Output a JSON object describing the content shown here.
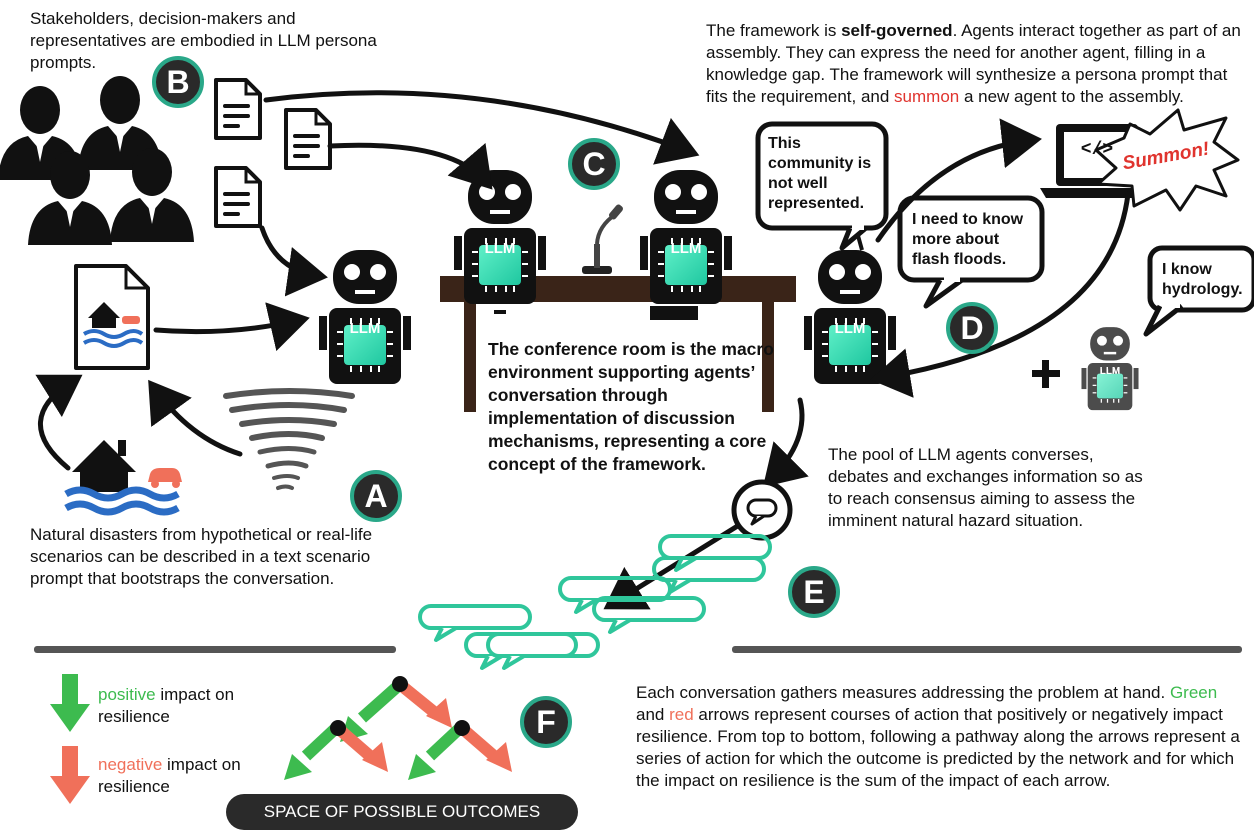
{
  "texts": {
    "stakeholders": "Stakeholders, decision-makers and representatives are embodied in LLM persona prompts.",
    "framework_part1": "The framework is ",
    "framework_bold": "self-governed",
    "framework_part2": ". Agents interact together as part of an assembly. They can express the need for another agent, filling in a knowledge gap. The framework will synthesize a persona prompt that fits the requirement, and ",
    "framework_red": "summon",
    "framework_part3": " a new agent to the assembly.",
    "conference": "The conference room is the macro environment supporting agents’ conversation through implementation of discussion mechanisms, representing a core concept of the framework.",
    "pool": "The pool of LLM agents converses, debates and exchanges information so as to reach consensus aiming to assess the imminent natural hazard situation.",
    "disasters": "Natural disasters from hypothetical or real-life scenarios can be described in a text scenario prompt that bootstraps the conversation.",
    "each_conv_1": "Each conversation gathers measures addressing the problem at hand. ",
    "each_green": "Green",
    "each_and": " and ",
    "each_red": "red",
    "each_conv_2": " arrows represent courses of action that positively or negatively impact resilience. From top to bottom, following a pathway along the arrows represent a series of action for which the outcome is predicted by the network and for which the impact on resilience is the sum of the impact of each arrow.",
    "positive_word": "positive",
    "positive_rest": " impact on resilience",
    "negative_word": "negative",
    "negative_rest": " impact on resilience",
    "outcomes": "SPACE OF POSSIBLE OUTCOMES"
  },
  "bubbles": {
    "community": "This community is not well represented.",
    "flash": "I need to know more about flash floods.",
    "hydro": "I know hydrology."
  },
  "labels": {
    "llm": "LLM",
    "summon": "Summon!",
    "code": "</>",
    "plus": "+"
  },
  "badges": [
    "A",
    "B",
    "C",
    "D",
    "E",
    "F"
  ],
  "colors": {
    "badge_border": "#2aa889",
    "positive": "#3dbb4f",
    "negative": "#f0705a",
    "summon_red": "#e0342e",
    "table": "#3a2418",
    "chip": "#2ee6b0",
    "water": "#2b6cc4"
  }
}
